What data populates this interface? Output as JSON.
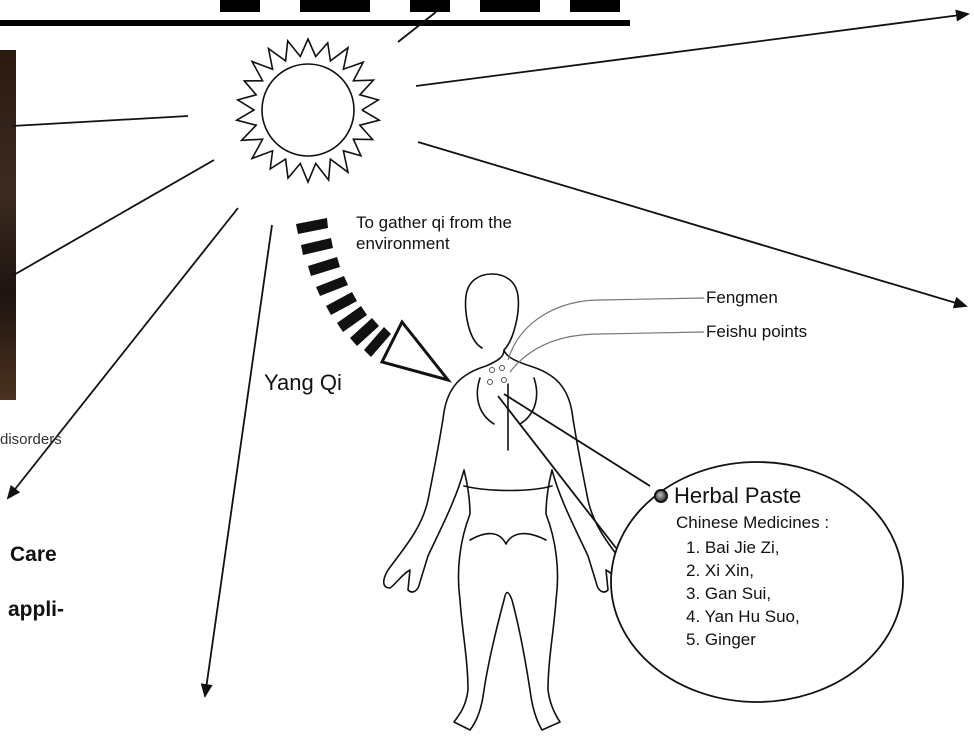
{
  "diagram": {
    "caption_gather": "To gather qi from the environment",
    "label_yang_qi": "Yang Qi",
    "label_fengmen": "Fengmen",
    "label_feishu": "Feishu points",
    "fragment_disorders": "disorders",
    "fragment_care": "Care",
    "fragment_appli": "appli-",
    "bubble": {
      "title": "Herbal Paste",
      "subtitle": "Chinese Medicines :",
      "medicines": [
        "1. Bai Jie Zi,",
        "2. Xi Xin,",
        "3. Gan Sui,",
        "4. Yan Hu Suo,",
        "5. Ginger"
      ]
    },
    "colors": {
      "ink": "#111111",
      "background": "#ffffff"
    }
  }
}
